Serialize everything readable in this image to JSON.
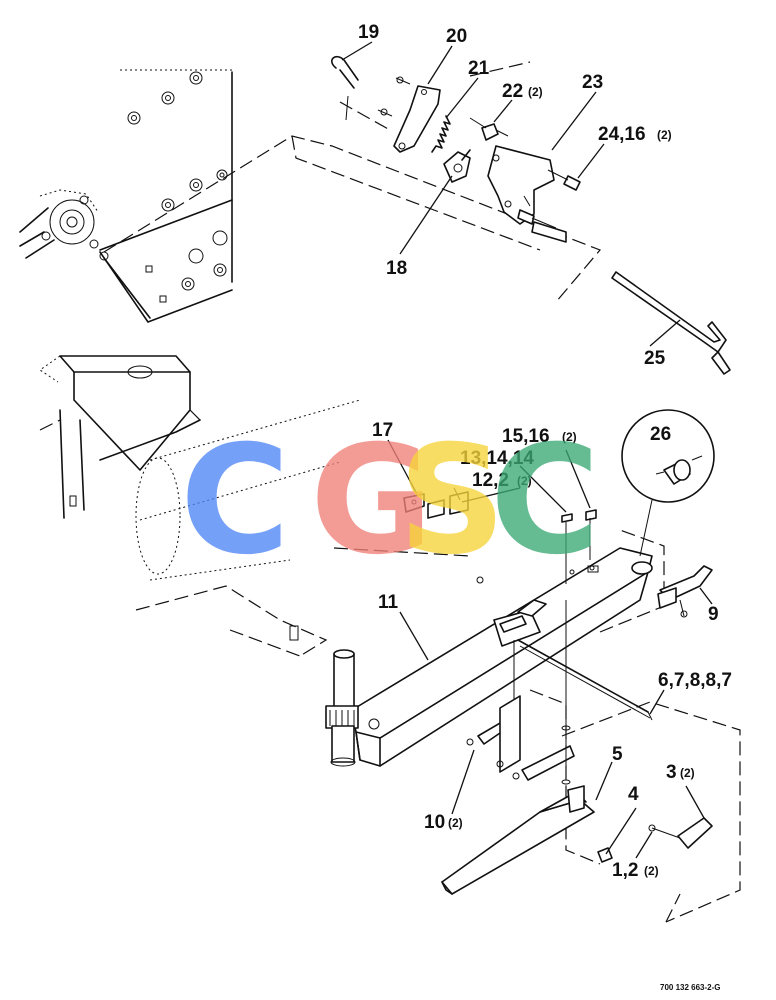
{
  "labels": {
    "c19": "19",
    "c20": "20",
    "c21": "21",
    "c22": "22",
    "c22_qty": "(2)",
    "c23": "23",
    "c24": "24,16",
    "c24_qty": "(2)",
    "c18": "18",
    "c25": "25",
    "c17": "17",
    "c15": "15,16",
    "c15_qty": "(2)",
    "c13": "13,14,14",
    "c12": "12,2",
    "c12_qty": "(2)",
    "c26": "26",
    "c11": "11",
    "c9": "9",
    "c6": "6,7,8,8,7",
    "c5": "5",
    "c3": "3",
    "c3_qty": "(2)",
    "c4": "4",
    "c10": "10",
    "c10_qty": "(2)",
    "c1": "1,2",
    "c1_qty": "(2)"
  },
  "drawing_code": "700 132 663-2-G",
  "watermark": {
    "letters": [
      "C",
      "G",
      "S",
      "C"
    ],
    "colors": [
      "#4f86f7",
      "#f08078",
      "#f7d43a",
      "#3aa874"
    ]
  }
}
